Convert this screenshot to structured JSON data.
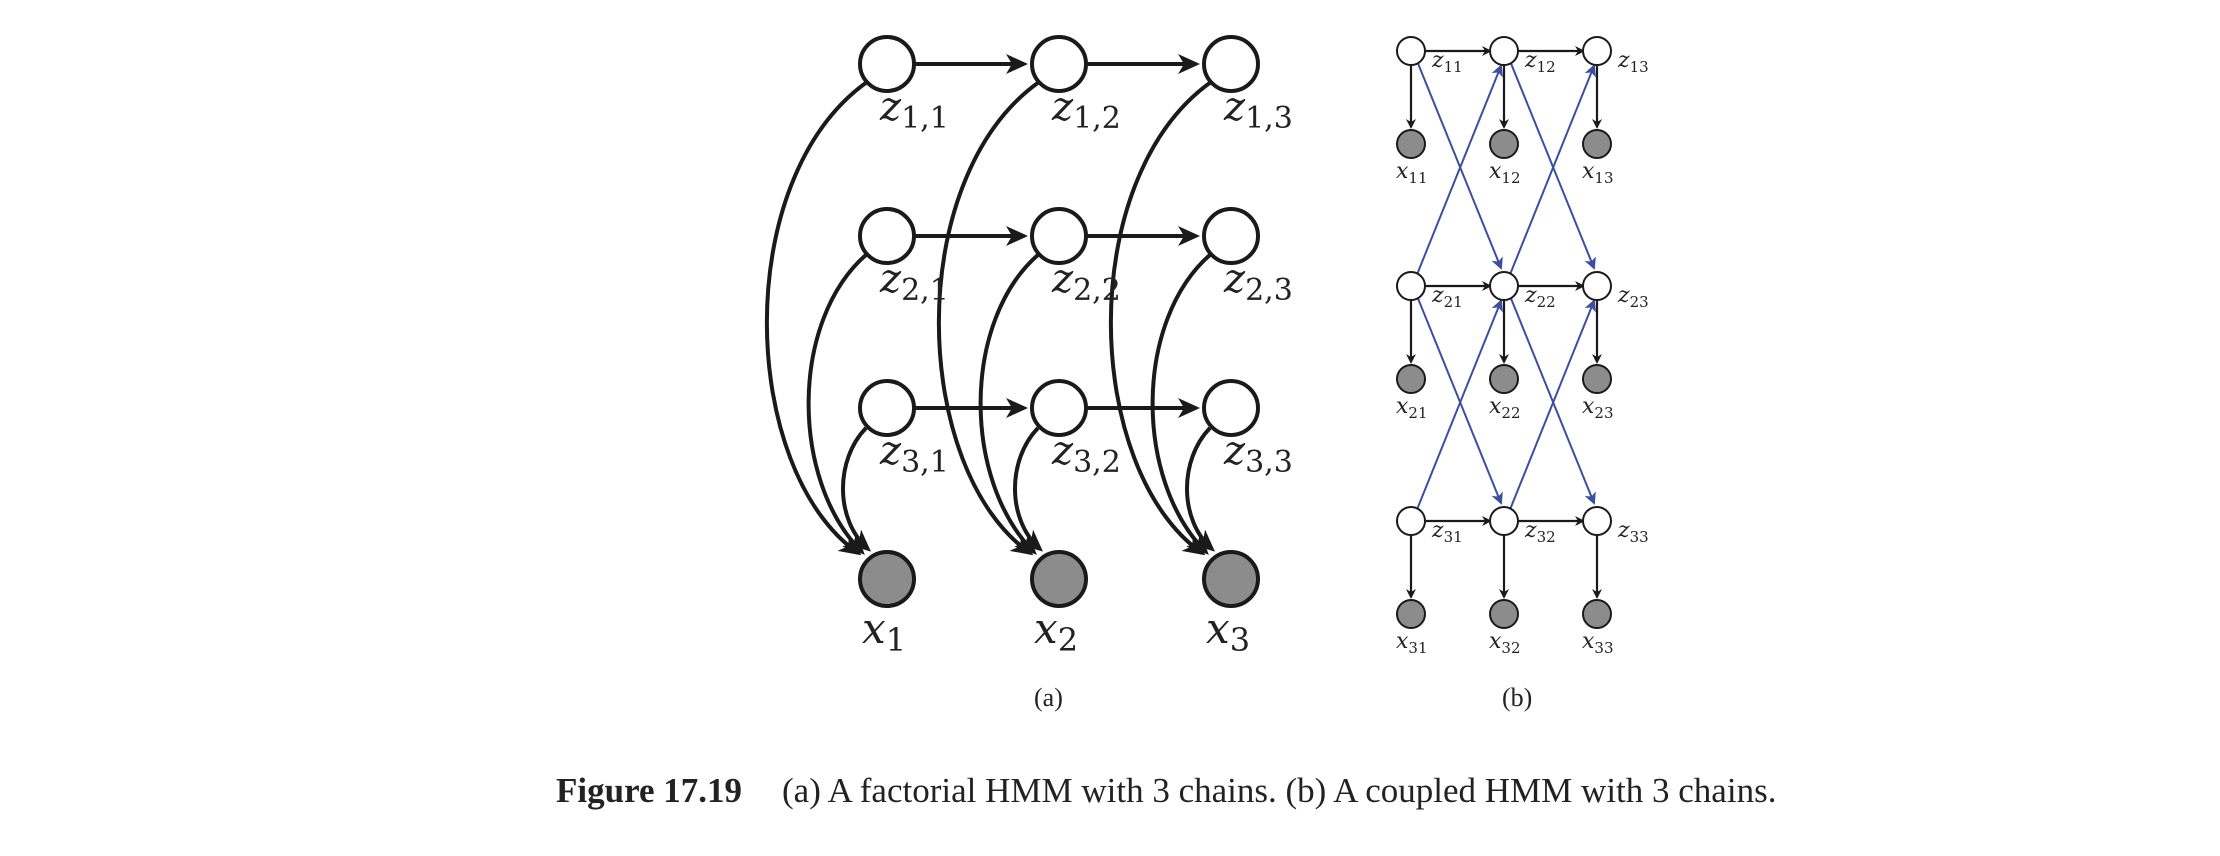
{
  "panel_a": {
    "label": "(a)",
    "chains": [
      [
        "z",
        "1,1",
        "1,2",
        "1,3"
      ],
      [
        "z",
        "2,1",
        "2,2",
        "2,3"
      ],
      [
        "z",
        "3,1",
        "3,2",
        "3,3"
      ]
    ],
    "observations": [
      [
        "x",
        "1"
      ],
      [
        "x",
        "2"
      ],
      [
        "x",
        "3"
      ]
    ]
  },
  "panel_b": {
    "label": "(b)",
    "rows": [
      {
        "hidden": [
          "11",
          "12",
          "13"
        ],
        "observed": [
          "11",
          "12",
          "13"
        ]
      },
      {
        "hidden": [
          "21",
          "22",
          "23"
        ],
        "observed": [
          "21",
          "22",
          "23"
        ]
      },
      {
        "hidden": [
          "31",
          "32",
          "33"
        ],
        "observed": [
          "31",
          "32",
          "33"
        ]
      }
    ],
    "hidden_symbol": "z",
    "observed_symbol": "x"
  },
  "caption": {
    "number": "Figure 17.19",
    "text": "(a) A factorial HMM with 3 chains. (b) A coupled HMM with 3 chains."
  },
  "colors": {
    "node_fill_observed": "#8c8c8c",
    "node_fill_hidden": "#ffffff",
    "edge": "#1a1a1a",
    "cross_edge": "#3b4fa0"
  }
}
